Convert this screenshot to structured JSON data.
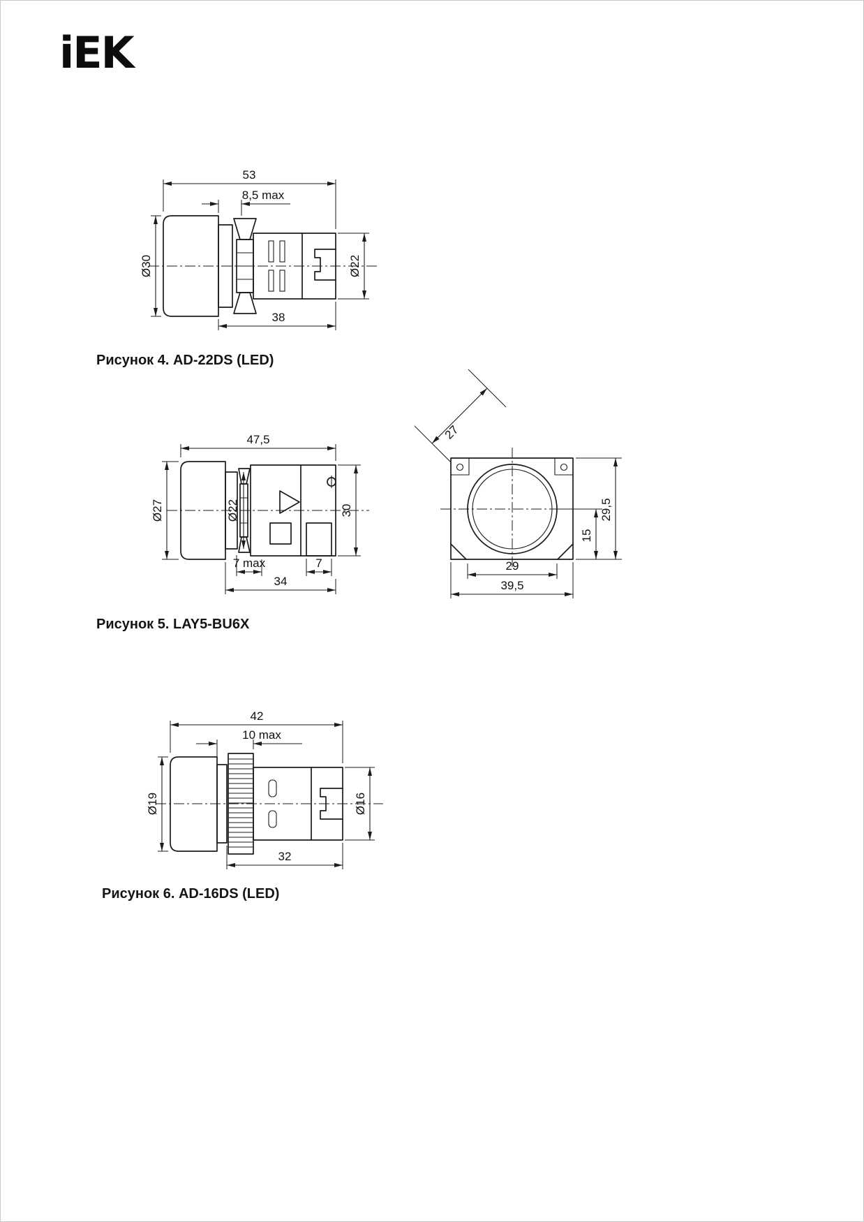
{
  "page": {
    "background": "#ffffff",
    "line_color": "#1b1b1b"
  },
  "logo": {
    "text": "iEK"
  },
  "fig4": {
    "caption": "Рисунок 4. AD-22DS (LED)",
    "dims": {
      "total": "53",
      "panel": "8,5 max",
      "head": "Ø30",
      "body": "Ø22",
      "behind": "38"
    }
  },
  "fig5": {
    "caption": "Рисунок 5. LAY5-BU6X",
    "dims": {
      "total": "47,5",
      "head": "Ø27",
      "bush": "Ø22",
      "height": "30",
      "panel": "7 max",
      "step": "7",
      "behind": "34",
      "across": "27",
      "h_full": "29,5",
      "h_half": "15",
      "hole": "29",
      "width": "39,5"
    }
  },
  "fig6": {
    "caption": "Рисунок 6. AD-16DS (LED)",
    "dims": {
      "total": "42",
      "panel": "10 max",
      "head": "Ø19",
      "body": "Ø16",
      "behind": "32"
    }
  }
}
